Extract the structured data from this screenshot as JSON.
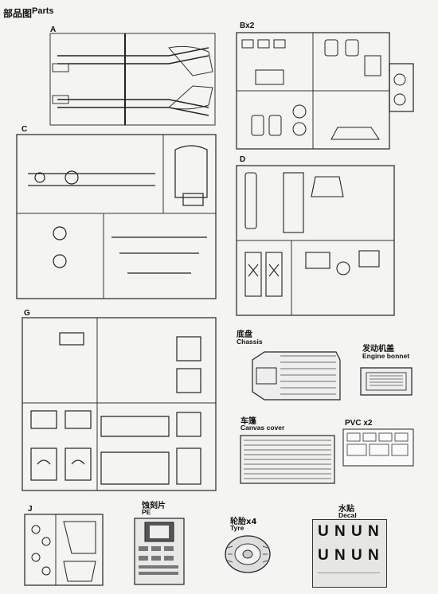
{
  "header": {
    "title_cn": "部品图",
    "title_en": "Parts"
  },
  "sprues": {
    "a": {
      "label": "A"
    },
    "bx2": {
      "label": "Bx2"
    },
    "c": {
      "label": "C"
    },
    "d": {
      "label": "D"
    },
    "g": {
      "label": "G"
    },
    "j": {
      "label": "J"
    }
  },
  "parts": {
    "chassis": {
      "cn": "底盘",
      "en": "Chassis"
    },
    "engine_bonnet": {
      "cn": "发动机盖",
      "en": "Engine bonnet"
    },
    "canvas_cover": {
      "cn": "车篷",
      "en": "Canvas cover"
    },
    "pvc": {
      "label": "PVC x2"
    },
    "pe": {
      "cn": "蚀刻片",
      "en": "PE"
    },
    "tyre": {
      "cn": "轮胎x4",
      "en": "Tyre"
    },
    "decal": {
      "cn": "水贴",
      "en": "Decal",
      "marks": [
        "U N",
        "U N",
        "U N",
        "U N"
      ]
    }
  },
  "colors": {
    "ink": "#222222",
    "paper": "#f4f4f2"
  }
}
